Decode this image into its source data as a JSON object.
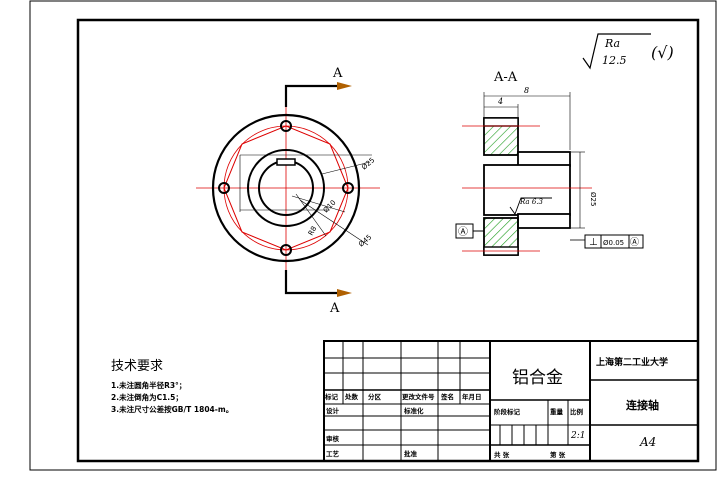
{
  "surface_roughness": {
    "symbol_label": "Ra",
    "value": "12.5",
    "note": "(√)"
  },
  "front_view": {
    "section_marker_top": "A",
    "section_marker_bottom": "A",
    "dims": {
      "d1": "Ø25",
      "d2": "Ø10",
      "d3": "R8",
      "d4": "Ø45"
    }
  },
  "section_view": {
    "title": "A-A",
    "dim_top_outer": "8",
    "dim_top_inner": "4",
    "dim_right": "Ø25",
    "roughness_label": "Ra 6.3",
    "datum_label": "Ⓐ",
    "tolerance_frame": {
      "symbol": "⊥",
      "value": "Ø0.05",
      "datum": "Ⓐ"
    }
  },
  "tech_requirements": {
    "title": "技术要求",
    "items": [
      "1.未注圆角半径R3°；",
      "2.未注倒角为C1.5；",
      "3.未注尺寸公差按GB/T 1804-m。"
    ]
  },
  "title_block": {
    "material": "铝合金",
    "school": "上海第二工业大学",
    "part_name": "连接轴",
    "sheet_size": "A4",
    "scale": "2:1",
    "labels": {
      "mark": "标记",
      "count": "处数",
      "zone": "分区",
      "change_doc": "更改文件号",
      "signature": "签名",
      "date": "年月日",
      "designer": "设计",
      "standardized": "标准化",
      "stage_mark": "阶段标记",
      "weight": "重量",
      "scale": "比例",
      "review": "审核",
      "process": "工艺",
      "approve": "批准",
      "total": "共 张",
      "sheet": "第 张"
    }
  }
}
